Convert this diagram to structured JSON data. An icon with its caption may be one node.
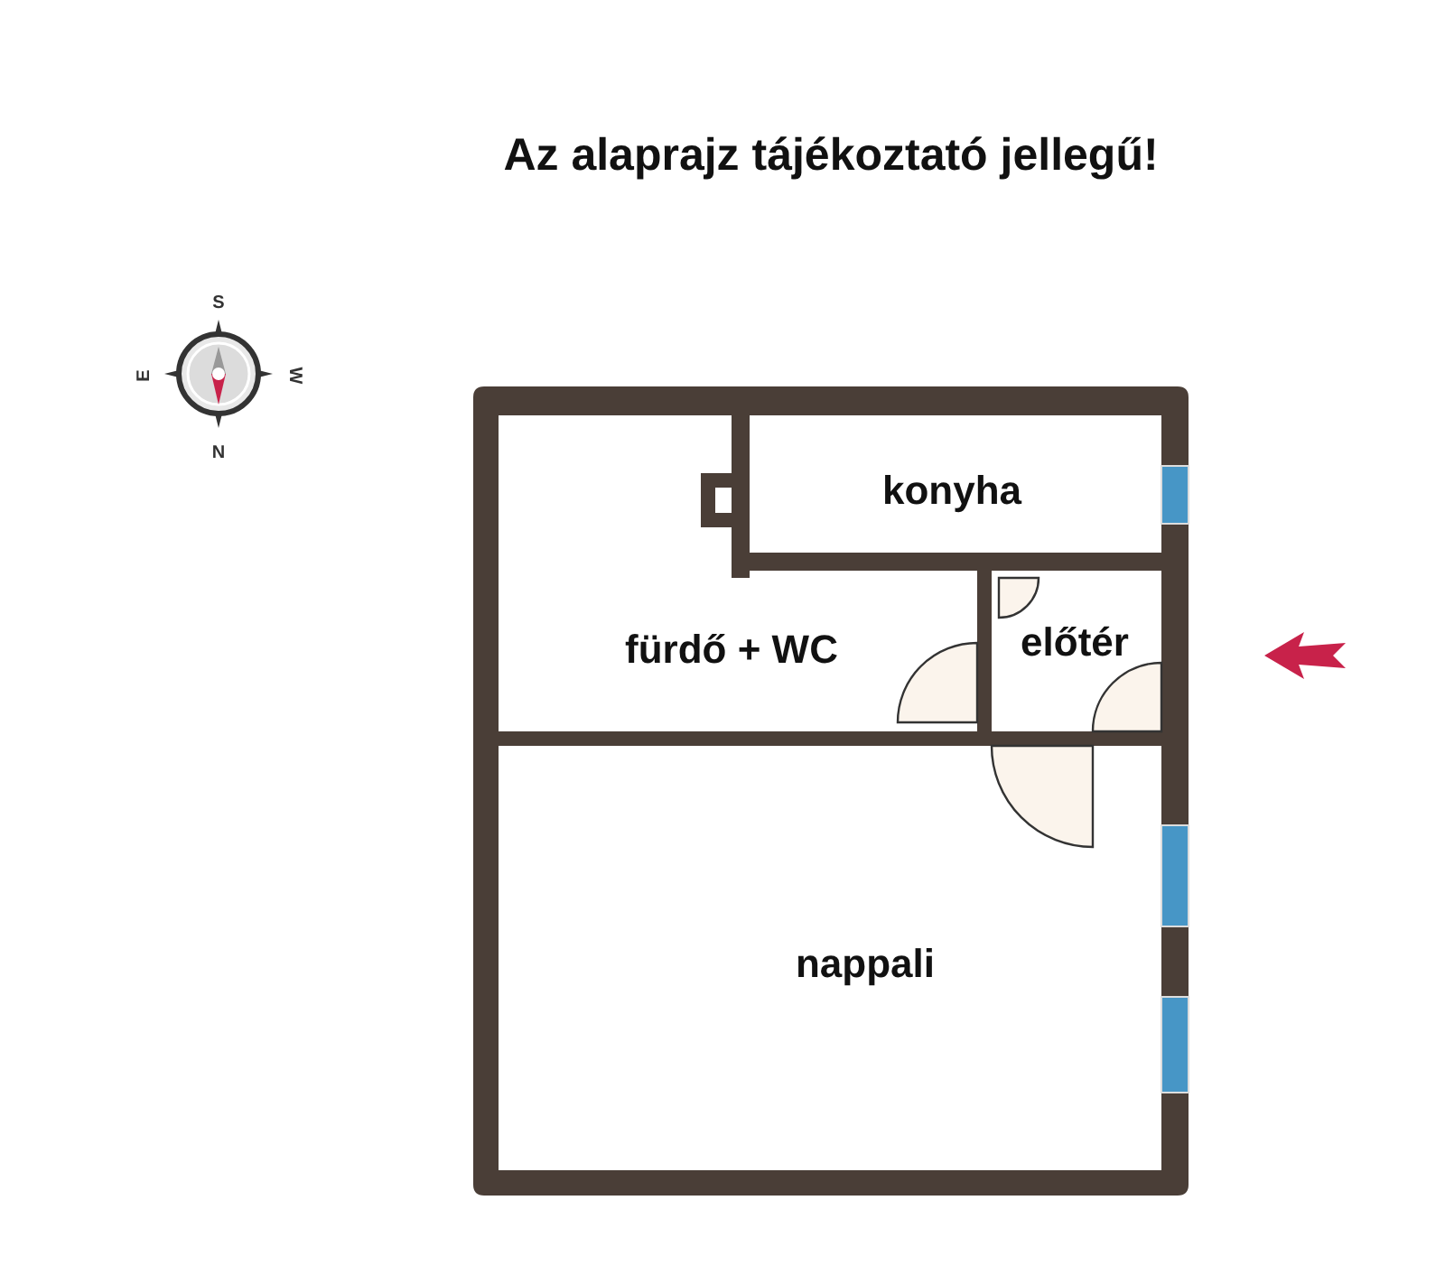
{
  "diagram": {
    "title": "Az alaprajz tájékoztató jellegű!",
    "nodes": [
      {
        "text": [
          "konyha"
        ]
      },
      {
        "text": [
          "fürdő + WC"
        ]
      },
      {
        "text": [
          "előtér"
        ]
      },
      {
        "text": [
          "nappali"
        ]
      }
    ],
    "labels": [
      "S",
      "E",
      "W",
      "N"
    ]
  }
}
